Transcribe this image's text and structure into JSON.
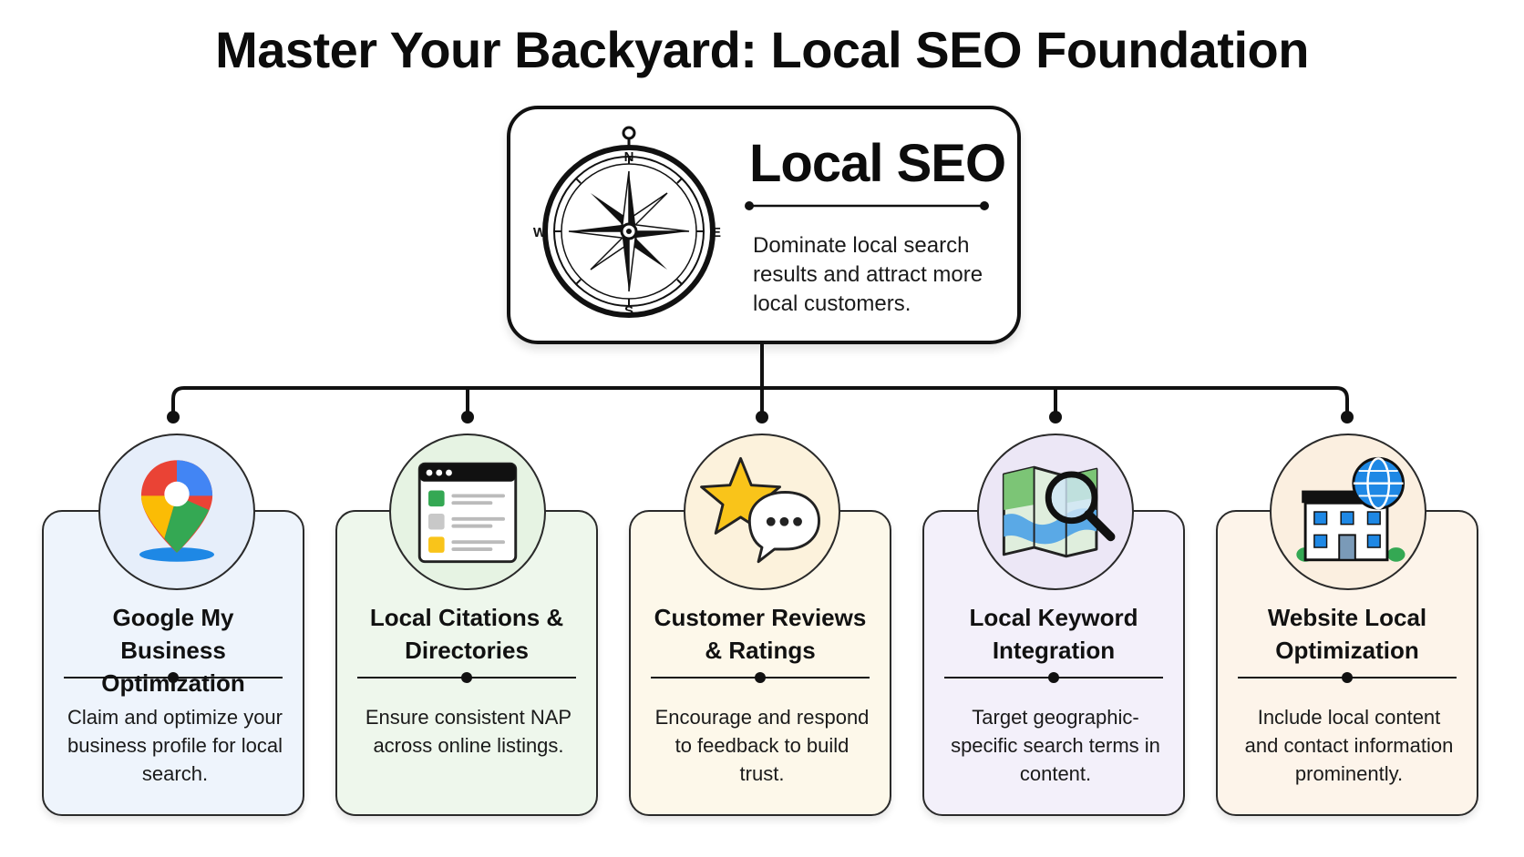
{
  "title": "Master Your Backyard: Local SEO Foundation",
  "hub": {
    "title": "Local SEO",
    "description": "Dominate local search results and attract more local customers.",
    "compass_labels": {
      "n": "N",
      "s": "S",
      "e": "E",
      "w": "W"
    }
  },
  "pillars": [
    {
      "title": "Google My Business Optimization",
      "description": "Claim and optimize your business profile for local search.",
      "icon": "map-pin-icon",
      "bg": "#eef4fc",
      "circle_bg": "#e6eefa"
    },
    {
      "title": "Local Citations & Directories",
      "description": "Ensure consistent NAP across online listings.",
      "icon": "directory-listing-icon",
      "bg": "#eef7ec",
      "circle_bg": "#e6f3e3"
    },
    {
      "title": "Customer Reviews & Ratings",
      "description": "Encourage and respond to feedback to build trust.",
      "icon": "star-review-icon",
      "bg": "#fdf8ea",
      "circle_bg": "#fcf2dc"
    },
    {
      "title": "Local Keyword Integration",
      "description": "Target geographic-specific search terms in content.",
      "icon": "map-search-icon",
      "bg": "#f3f0fa",
      "circle_bg": "#ece7f6"
    },
    {
      "title": "Website Local Optimization",
      "description": "Include local content and contact information prominently.",
      "icon": "building-globe-icon",
      "bg": "#fdf4ea",
      "circle_bg": "#fbefe0"
    }
  ]
}
